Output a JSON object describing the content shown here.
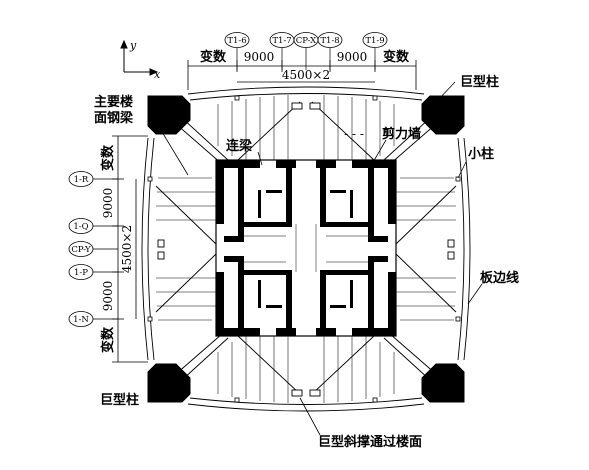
{
  "labels": {
    "mega_column_top": "巨型柱",
    "mega_column_bottom": "巨型柱",
    "main_floor_beam": [
      "主要楼",
      "面钢梁"
    ],
    "coupling_beam": "连梁",
    "shear_wall": "剪力墙",
    "small_column": "小柱",
    "slab_edge": "板边线",
    "mega_brace": "巨型斜撑通过楼面",
    "dashes": "- - -"
  },
  "axes": {
    "x": "x",
    "y": "y"
  },
  "top_grid": [
    "T1-6",
    "T1-7",
    "CP-X",
    "T1-8",
    "T1-9"
  ],
  "left_grid": [
    "1-R",
    "1-Q",
    "CP-Y",
    "1-P",
    "1-N"
  ],
  "top_dimensions": {
    "variable_left": "变数",
    "span_left": "9000",
    "span_right": "9000",
    "variable_right": "变数",
    "total": "4500×2"
  },
  "left_dimensions": {
    "variable_top": "变数",
    "span_top": "9000",
    "total": "4500×2",
    "span_bottom": "9000",
    "variable_bottom": "变数"
  }
}
